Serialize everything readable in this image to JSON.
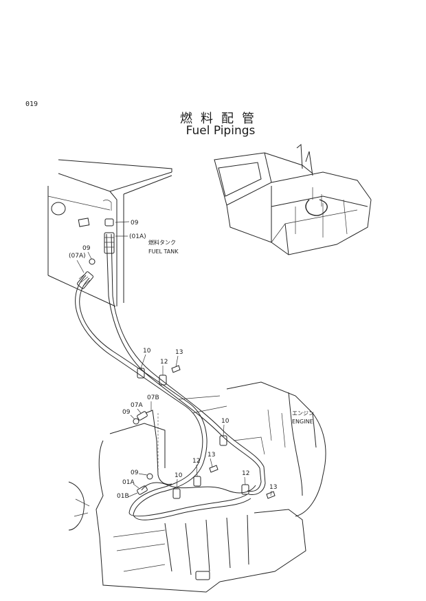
{
  "page_number": "019",
  "title_jp": "燃料配管",
  "title_en": "Fuel Pipings",
  "callouts": {
    "fuel_tank_jp": "燃料タンク",
    "fuel_tank_en": "FUEL TANK",
    "engine_jp": "エンジン",
    "engine_en": "ENGINE"
  },
  "part_labels": [
    "09",
    "(01A)",
    "09",
    "(07A)",
    "10",
    "12",
    "13",
    "09",
    "07A",
    "07B",
    "10",
    "13",
    "12",
    "09",
    "01A",
    "10",
    "12",
    "01B",
    "13"
  ]
}
